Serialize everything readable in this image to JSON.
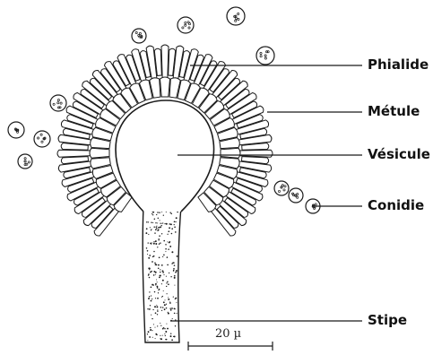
{
  "labels": {
    "phialide": "Phialide",
    "metule": "Métule",
    "vesicule": "Vésicule",
    "conidie": "Conidie",
    "stipe": "Stipe"
  },
  "scale_bar": {
    "text": "20 µ"
  },
  "colors": {
    "ink": "#1a1a1a",
    "paper": "#ffffff"
  }
}
